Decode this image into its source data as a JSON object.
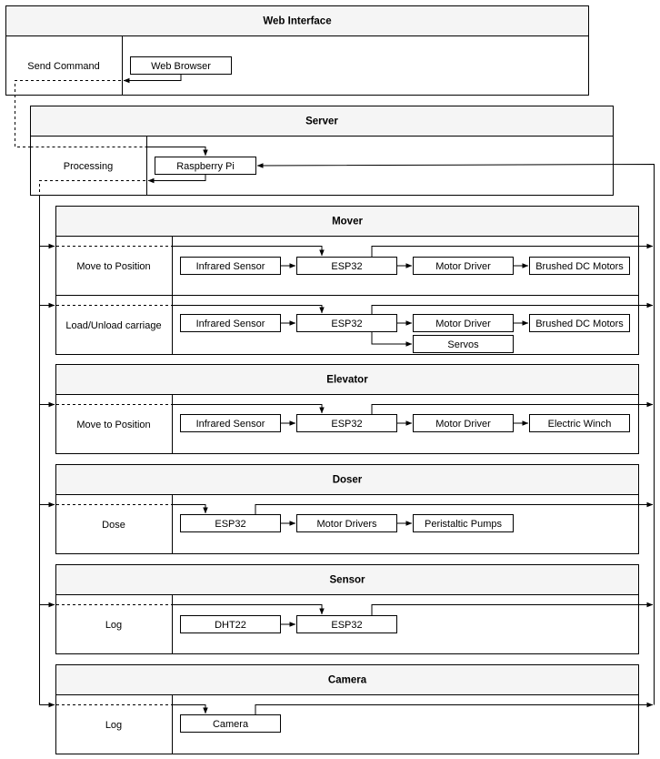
{
  "lanes": {
    "web": {
      "title": "Web Interface",
      "row": "Send Command",
      "browser": "Web Browser"
    },
    "server": {
      "title": "Server",
      "row": "Processing",
      "pi": "Raspberry Pi"
    },
    "mover": {
      "title": "Mover",
      "row1": {
        "label": "Move to Position",
        "sensor": "Infrared Sensor",
        "esp": "ESP32",
        "driver": "Motor Driver",
        "actuator": "Brushed DC Motors"
      },
      "row2": {
        "label": "Load/Unload carriage",
        "sensor": "Infrared Sensor",
        "esp": "ESP32",
        "driver": "Motor Driver",
        "actuator": "Brushed DC Motors",
        "servos": "Servos"
      }
    },
    "elevator": {
      "title": "Elevator",
      "row": {
        "label": "Move to Position",
        "sensor": "Infrared Sensor",
        "esp": "ESP32",
        "driver": "Motor Driver",
        "actuator": "Electric Winch"
      }
    },
    "doser": {
      "title": "Doser",
      "row": {
        "label": "Dose",
        "esp": "ESP32",
        "driver": "Motor Drivers",
        "pump": "Peristaltic Pumps"
      }
    },
    "sensor": {
      "title": "Sensor",
      "row": {
        "label": "Log",
        "dht": "DHT22",
        "esp": "ESP32"
      }
    },
    "camera": {
      "title": "Camera",
      "row": {
        "label": "Log",
        "camera": "Camera"
      }
    }
  }
}
